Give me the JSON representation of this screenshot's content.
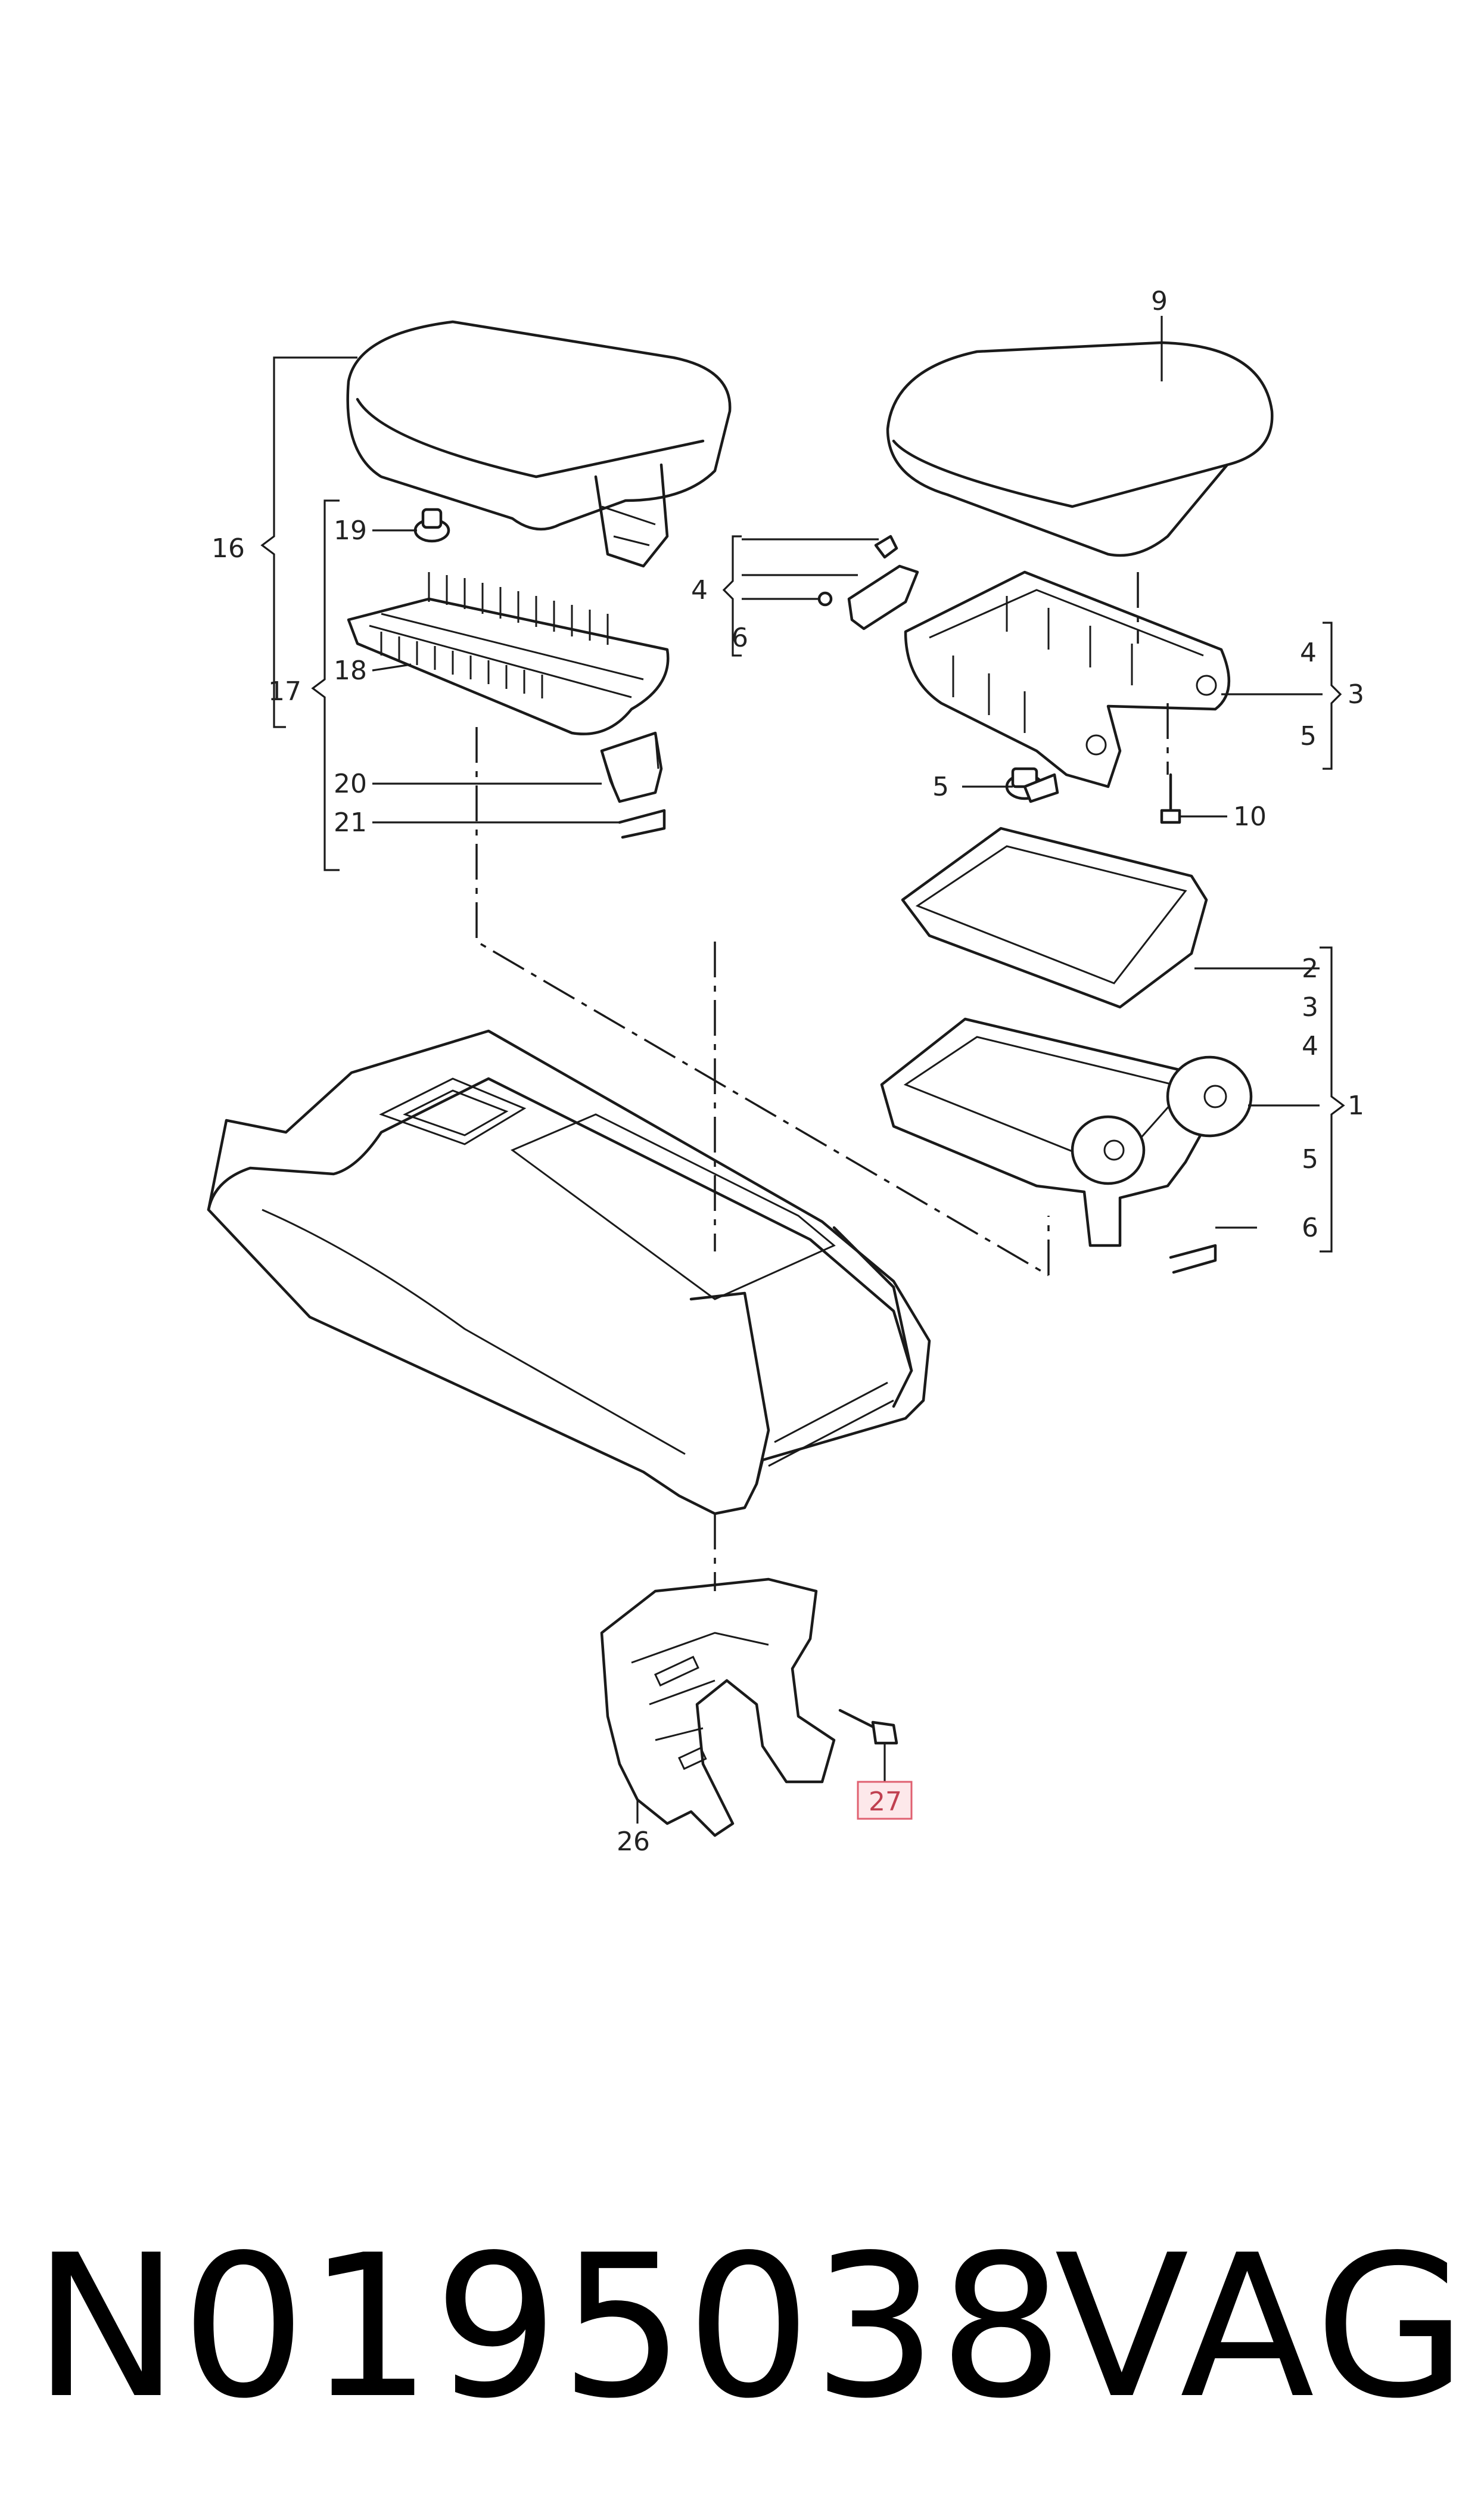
{
  "callouts": {
    "c9": "9",
    "c16": "16",
    "c17": "17",
    "c18": "18",
    "c19": "19",
    "c20": "20",
    "c21": "21",
    "c4a": "4",
    "c6a": "6",
    "c4b": "4",
    "c3a": "3",
    "c5a": "5",
    "c5b": "5",
    "c10": "10",
    "c2": "2",
    "c3b": "3",
    "c4c": "4",
    "c1": "1",
    "c5c": "5",
    "c6b": "6",
    "c26": "26",
    "c27": "27"
  },
  "highlight_color": "#e06070",
  "footer": {
    "part_number": "N0195038",
    "brand": "VAG"
  }
}
